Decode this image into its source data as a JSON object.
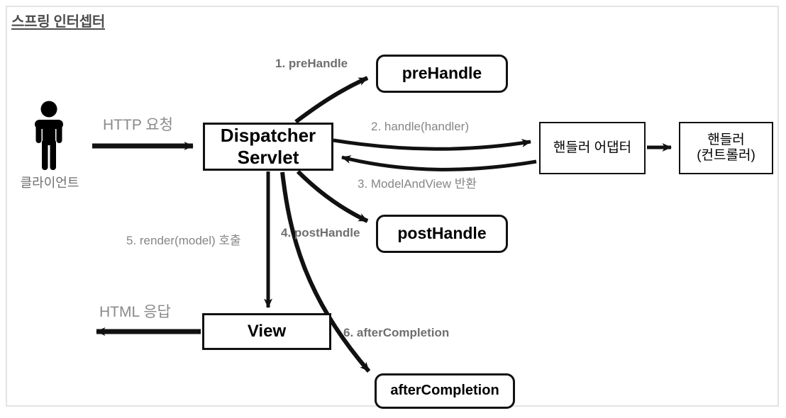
{
  "diagram": {
    "title": "스프링 인터셉터",
    "actor": {
      "icon": "person-icon",
      "caption": "클라이언트"
    },
    "flow_labels": {
      "request": "HTTP 요청",
      "response": "HTML 응답"
    },
    "nodes": [
      {
        "id": "dispatcher-servlet",
        "label_line1": "Dispatcher",
        "label_line2": "Servlet",
        "shape": "rect"
      },
      {
        "id": "pre-handle",
        "label_line1": "preHandle",
        "label_line2": "",
        "shape": "rounded"
      },
      {
        "id": "post-handle",
        "label_line1": "postHandle",
        "label_line2": "",
        "shape": "rounded"
      },
      {
        "id": "after-completion",
        "label_line1": "afterCompletion",
        "label_line2": "",
        "shape": "rounded"
      },
      {
        "id": "handler-adapter",
        "label_line1": "핸들러 어댑터",
        "label_line2": "",
        "shape": "rect"
      },
      {
        "id": "handler-controller",
        "label_line1": "핸들러",
        "label_line2": "(컨트롤러)",
        "shape": "rect"
      },
      {
        "id": "view",
        "label_line1": "View",
        "label_line2": "",
        "shape": "rect"
      }
    ],
    "steps": [
      {
        "n": "1",
        "label": "1. preHandle",
        "style": "bold"
      },
      {
        "n": "2",
        "label": "2. handle(handler)",
        "style": "regular"
      },
      {
        "n": "3",
        "label": "3. ModelAndView 반환",
        "style": "regular"
      },
      {
        "n": "4",
        "label": "4. postHandle",
        "style": "bold"
      },
      {
        "n": "5",
        "label": "5. render(model) 호출",
        "style": "regular"
      },
      {
        "n": "6",
        "label": "6. afterCompletion",
        "style": "bold"
      }
    ],
    "colors": {
      "stroke": "#111111",
      "label_gray": "#7a7a7a",
      "frame": "#e3e3e3",
      "background": "#ffffff"
    }
  }
}
